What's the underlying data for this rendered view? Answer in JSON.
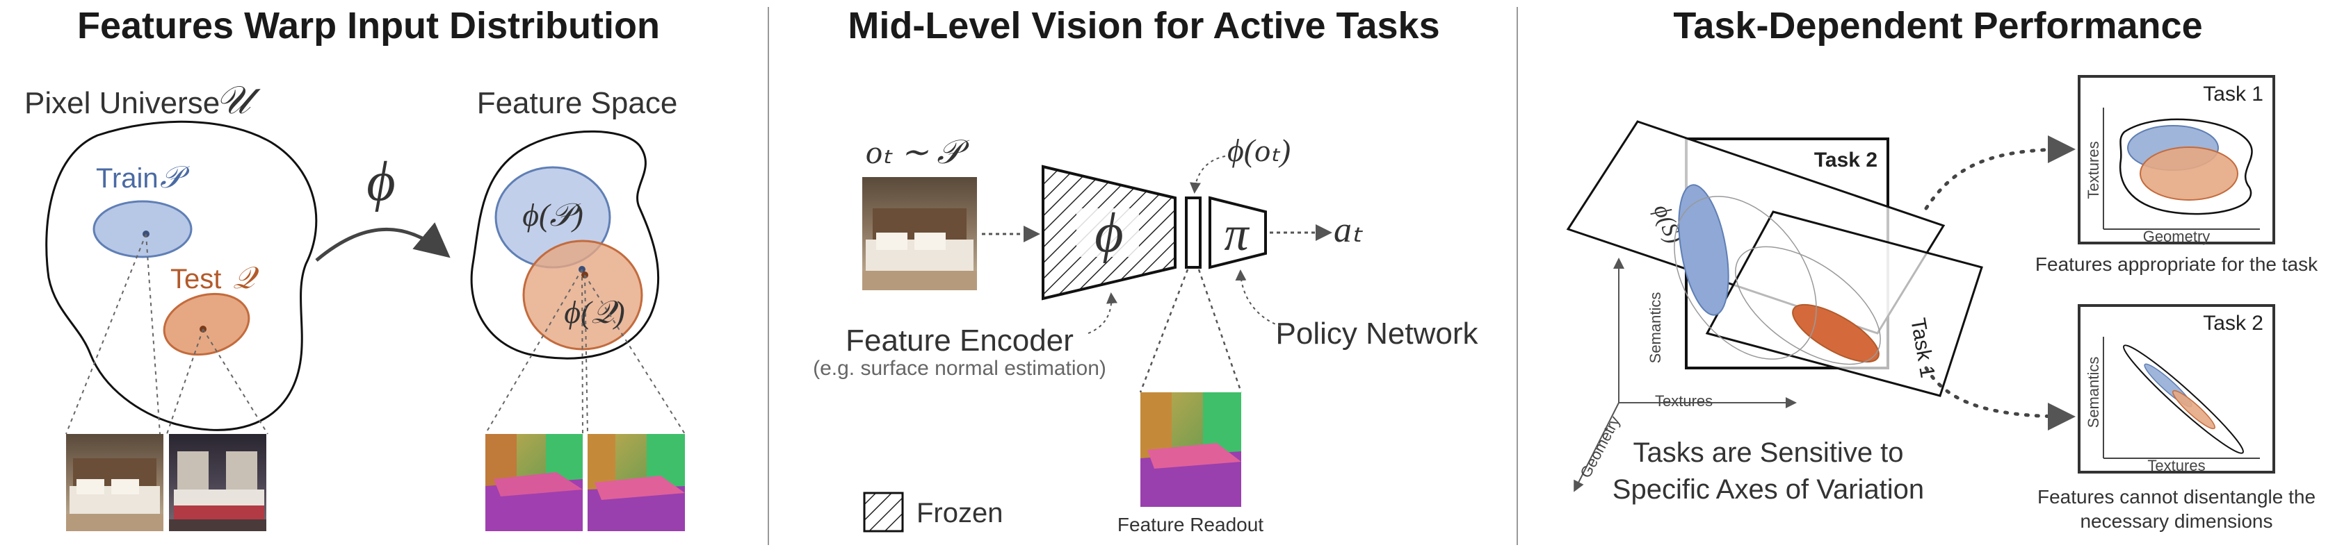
{
  "panels": {
    "left": {
      "title": "Features Warp Input Distribution",
      "pixel_universe_label": "Pixel Universe",
      "pixel_universe_symbol": "𝒰",
      "feature_space_label": "Feature Space",
      "train_label": "Train",
      "train_symbol": "𝒫",
      "test_label": "Test",
      "test_symbol": "𝒬",
      "phi_symbol": "ϕ",
      "phi_p_label": "ϕ(𝒫)",
      "phi_q_label": "ϕ(𝒬)",
      "colors": {
        "train": "#9fb5d9",
        "test": "#e3a37e",
        "train_stroke": "#5f7fb5",
        "test_stroke": "#c36b3d"
      }
    },
    "middle": {
      "title": "Mid-Level Vision for Active Tasks",
      "obs_label": "oₜ ∼ 𝒫",
      "phi_ot_label": "ϕ(oₜ)",
      "phi_symbol": "ϕ",
      "pi_symbol": "π",
      "action_label": "aₜ",
      "feature_encoder_label": "Feature Encoder",
      "feature_encoder_sub": "(e.g. surface normal estimation)",
      "policy_network_label": "Policy Network",
      "frozen_label": "Frozen",
      "feature_readout_label": "Feature Readout"
    },
    "right": {
      "title": "Task-Dependent Performance",
      "task2_label": "Task 2",
      "task1_label": "Task 1",
      "phi_s_label": "ϕ(S)",
      "axis_semantics": "Semantics",
      "axis_textures": "Textures",
      "axis_geometry": "Geometry",
      "sensitive_line1": "Tasks are Sensitive to",
      "sensitive_line2": "Specific Axes of Variation",
      "box1": {
        "title": "Task 1",
        "y_axis": "Textures",
        "x_axis": "Geometry",
        "caption": "Features appropriate for the task"
      },
      "box2": {
        "title": "Task 2",
        "y_axis": "Semantics",
        "x_axis": "Textures",
        "caption_line1": "Features cannot disentangle the",
        "caption_line2": "necessary dimensions"
      }
    }
  }
}
